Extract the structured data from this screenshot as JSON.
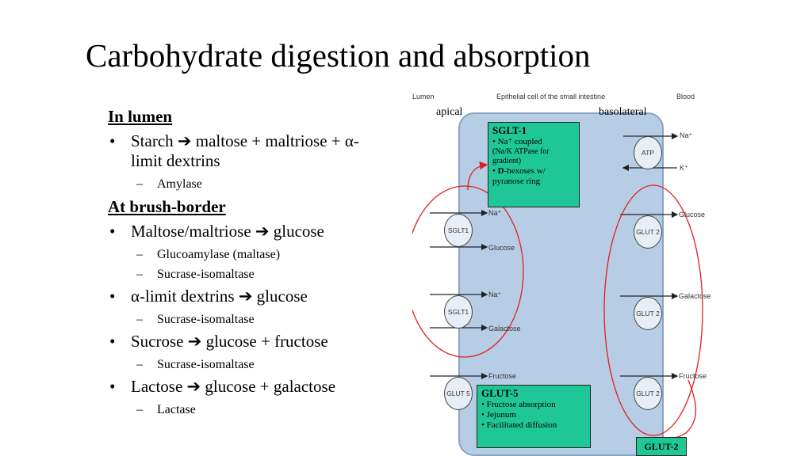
{
  "slide": {
    "title": "Carbohydrate digestion and absorption"
  },
  "bullets": {
    "in_lumen": "In lumen",
    "starch_line1": "Starch ➔ maltose + maltriose + α-",
    "starch_line2": "limit dextrins",
    "amylase": "Amylase",
    "at_brush_border": "At brush-border",
    "maltose": "Maltose/maltriose ➔ glucose",
    "glucoamylase": "Glucoamylase (maltase)",
    "sucrase1": "Sucrase-isomaltase",
    "alpha_limit": "α-limit dextrins ➔ glucose",
    "sucrase2": "Sucrase-isomaltase",
    "sucrose": "Sucrose ➔ glucose + fructose",
    "sucrase3": "Sucrase-isomaltase",
    "lactose": "Lactose ➔ glucose + galactose",
    "lactase": "Lactase",
    "bullet_mark": "•",
    "dash_mark": "–"
  },
  "diagram": {
    "lumen": "Lumen",
    "epithelial": "Epithelial cell of the small intestine",
    "blood": "Blood",
    "apical": "apical",
    "basolateral": "basolateral",
    "na_plus": "Na⁺",
    "k_plus": "K⁺",
    "glucose": "Glucose",
    "galactose": "Galactose",
    "fructose": "Fructose",
    "transporters": {
      "sglt1": "SGLT1",
      "glut5": "GLUT 5",
      "glut2": "GLUT 2",
      "atp": "ATP"
    },
    "sglt1_box": {
      "title": "SGLT-1",
      "line1": "• Na⁺ coupled",
      "line2": "(Na/K ATPase for",
      "line3": "gradient)",
      "line4_bold": "D",
      "line4_prefix": "• ",
      "line4_rest": "-hexoses w/",
      "line5": "pyranose ring"
    },
    "glut5_box": {
      "title": "GLUT-5",
      "line1": "• Fructose absorption",
      "line2": "• Jejunum",
      "line3": "• Facilitated diffusion"
    },
    "glut2_box": "GLUT-2",
    "colors": {
      "cell_fill": "#b7cde6",
      "box_fill": "#1fc796",
      "ellipse": "#e02020"
    }
  }
}
